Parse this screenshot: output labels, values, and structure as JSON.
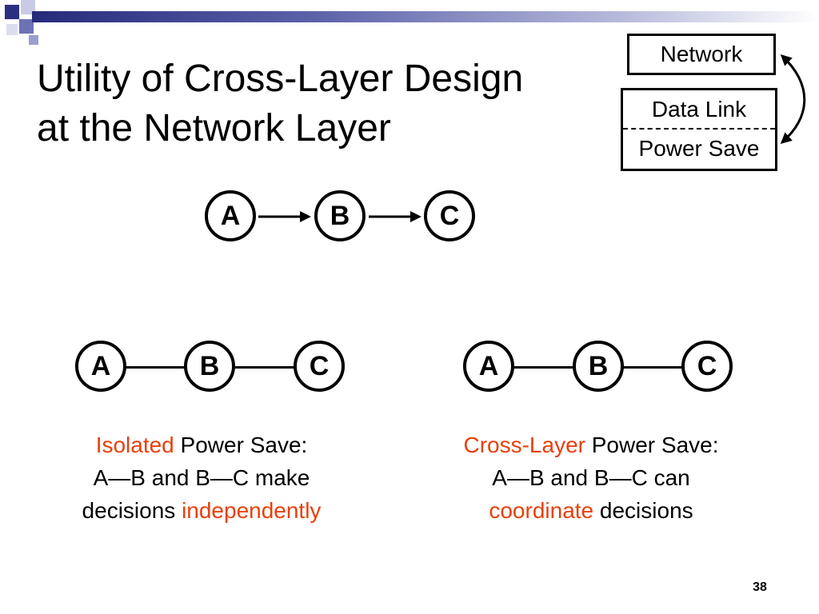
{
  "slide": {
    "title_line1": "Utility of Cross-Layer Design",
    "title_line2": "at the Network Layer",
    "page_number": "38"
  },
  "layer_stack": {
    "network": "Network",
    "data_link": "Data Link",
    "power_save": "Power Save"
  },
  "top_chain": {
    "nodes": [
      "A",
      "B",
      "C"
    ]
  },
  "left_chain": {
    "nodes": [
      "A",
      "B",
      "C"
    ]
  },
  "right_chain": {
    "nodes": [
      "A",
      "B",
      "C"
    ]
  },
  "left_caption": {
    "highlight": "Isolated",
    "rest1": " Power Save:",
    "line2": "A—B and B—C make",
    "line3_plain": "decisions ",
    "line3_highlight": "independently"
  },
  "right_caption": {
    "highlight": "Cross-Layer",
    "rest1": " Power Save:",
    "line2": "A—B and B—C can",
    "line3_highlight": "coordinate",
    "line3_plain": " decisions"
  },
  "colors": {
    "highlight": "#e8400c",
    "template_bar_dark": "#262a7a"
  }
}
